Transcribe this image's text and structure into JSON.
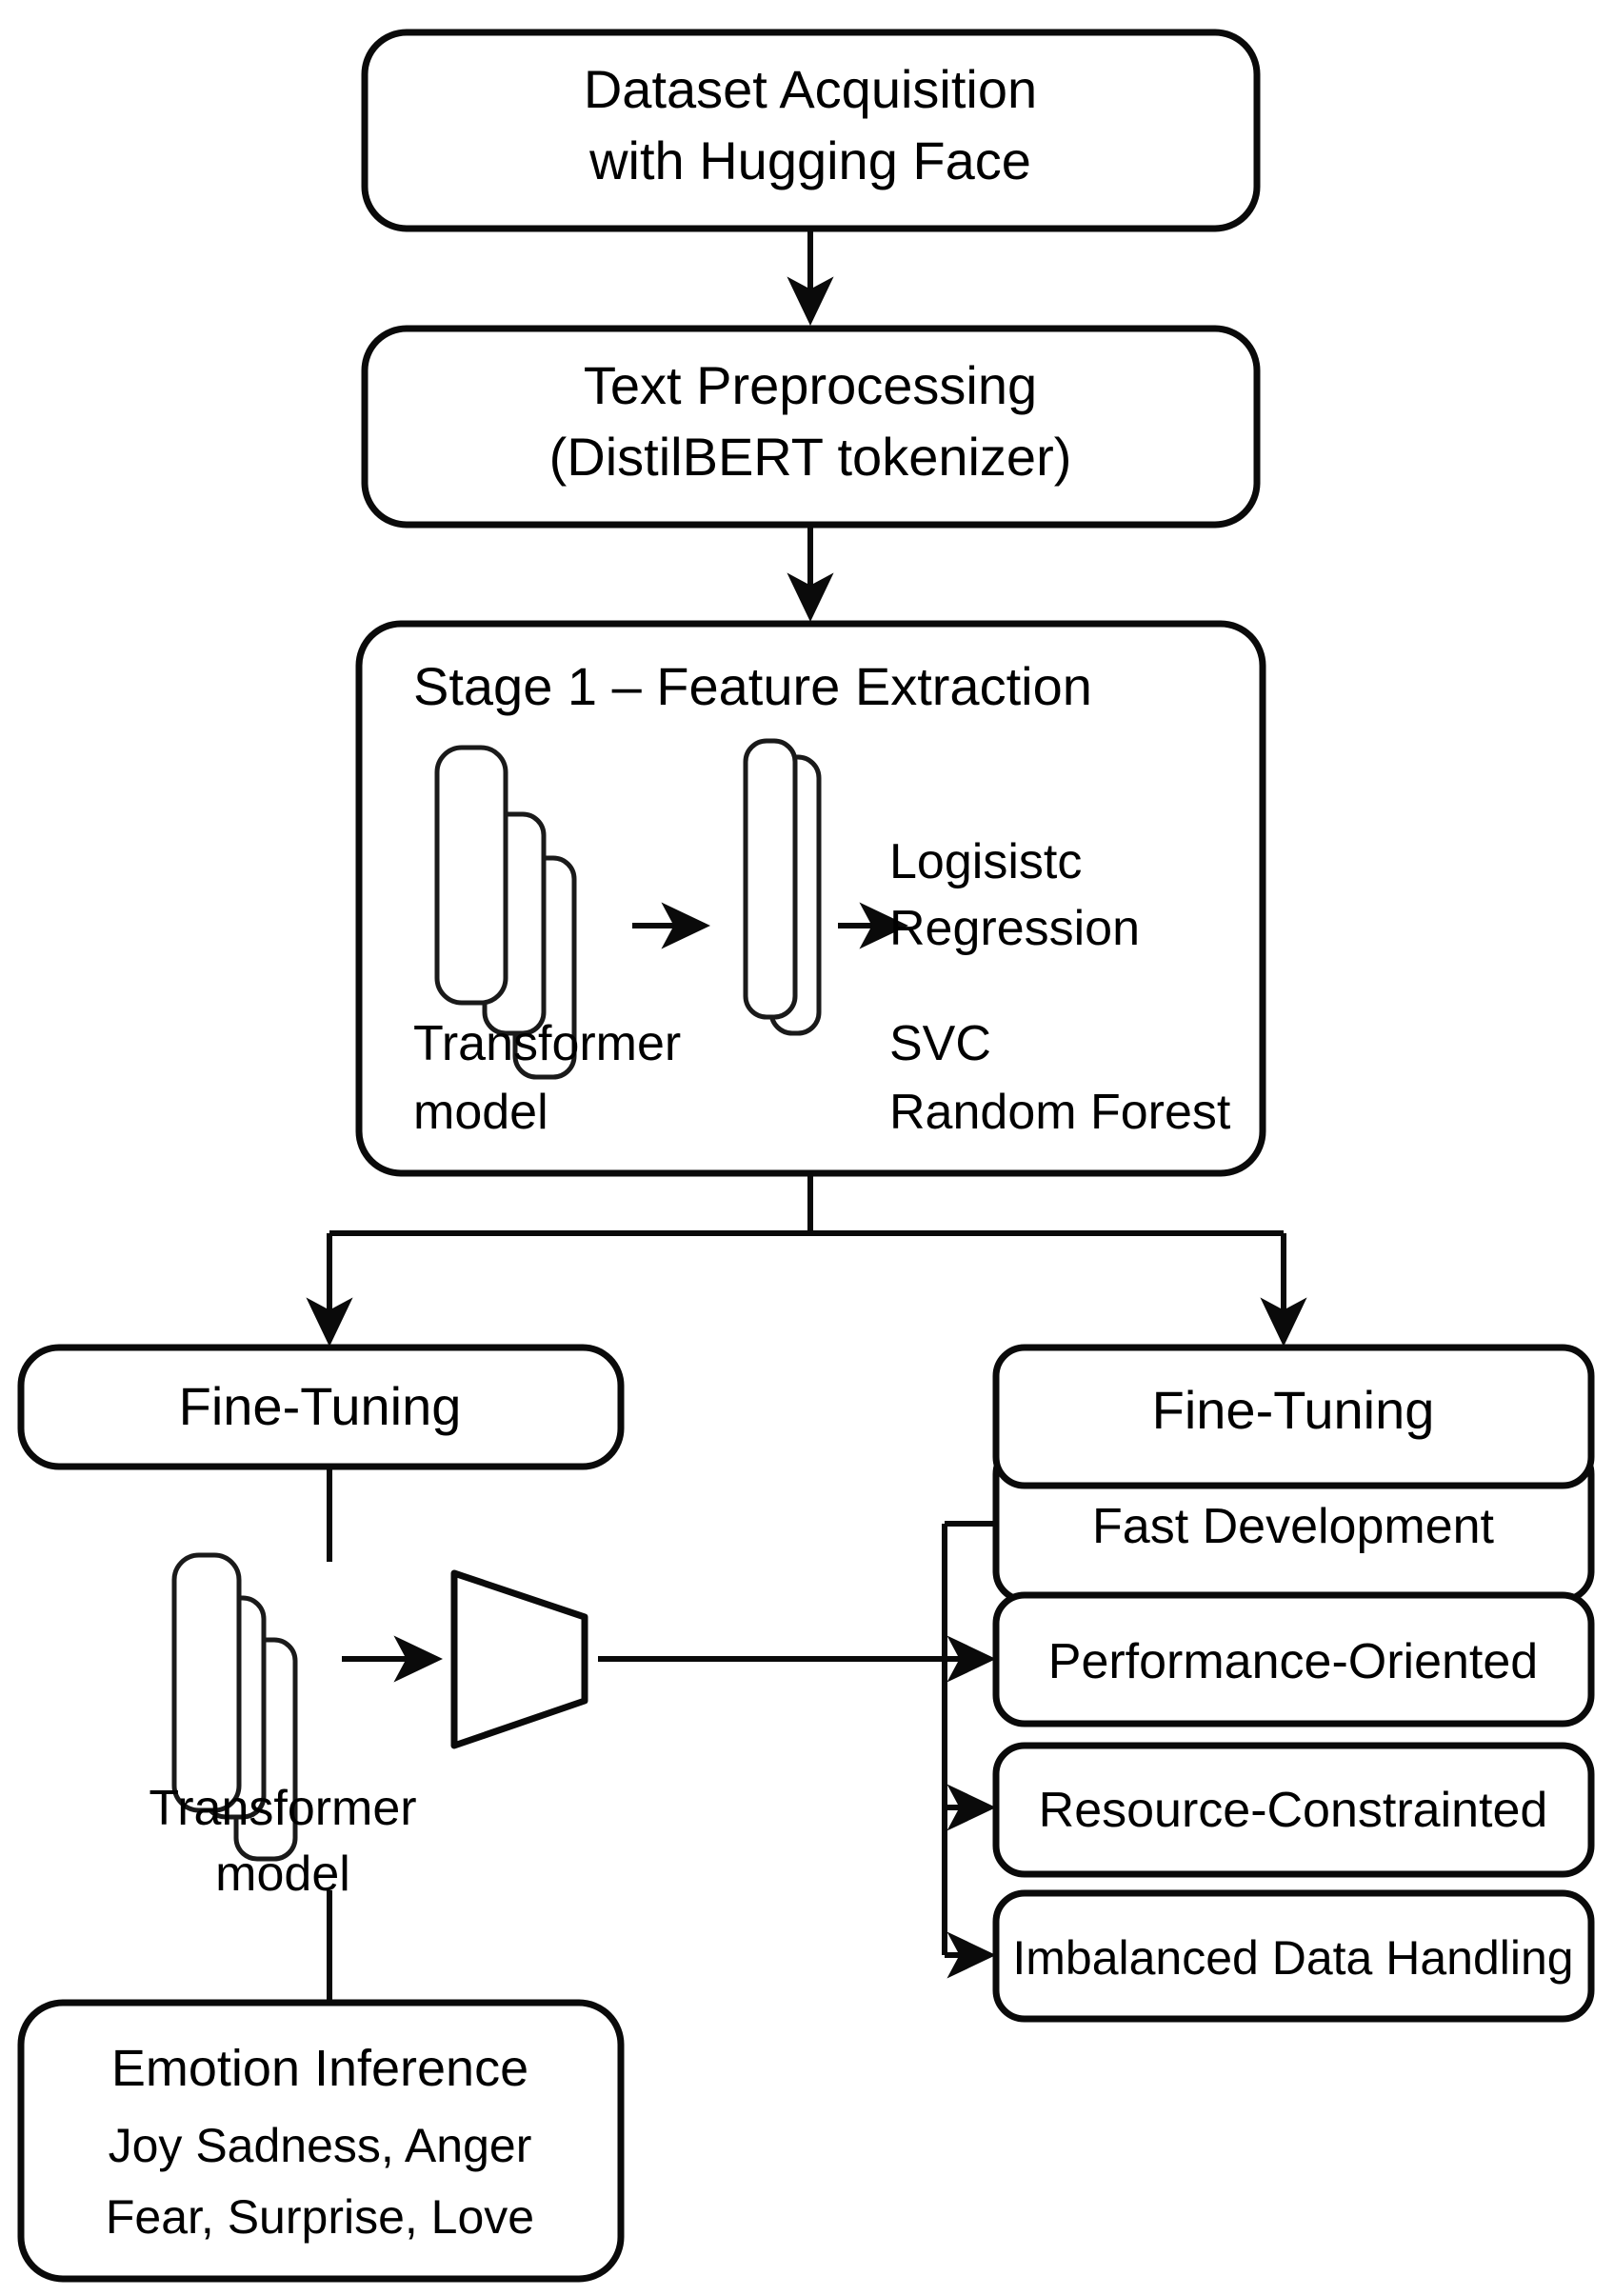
{
  "diagram": {
    "title": "Two-stage emotion classification pipeline",
    "stroke_color": "#0a0a0a",
    "background_color": "#ffffff",
    "nodes": {
      "dataset": {
        "line1": "Dataset Acquisition",
        "line2": "with Hugging Face"
      },
      "preprocessing": {
        "line1": "Text Preprocessing",
        "line2": "(DistilBERT tokenizer)"
      },
      "stage1": {
        "heading": "Stage 1 – Feature Extraction",
        "transformer_label_line1": "Transformer",
        "transformer_label_line2": "model",
        "classifier_line1": "Logisistc",
        "classifier_line2": "Regression",
        "classifier_line3": "SVC",
        "classifier_line4": "Random Forest"
      },
      "fine_tuning_left": {
        "label": "Fine-Tuning",
        "transformer_label_line1": "Transformer",
        "transformer_label_line2": "model"
      },
      "emotion_inference": {
        "heading": "Emotion Inference",
        "line1": "Joy  Sadness, Anger",
        "line2": "Fear, Surprise, Love"
      },
      "fine_tuning_right": {
        "label": "Fine-Tuning"
      },
      "use_cases": [
        {
          "label": "Fast Development"
        },
        {
          "label": "Performance-Oriented"
        },
        {
          "label": "Resource-Constrainted"
        },
        {
          "label": "Imbalanced Data Handling"
        }
      ]
    }
  }
}
